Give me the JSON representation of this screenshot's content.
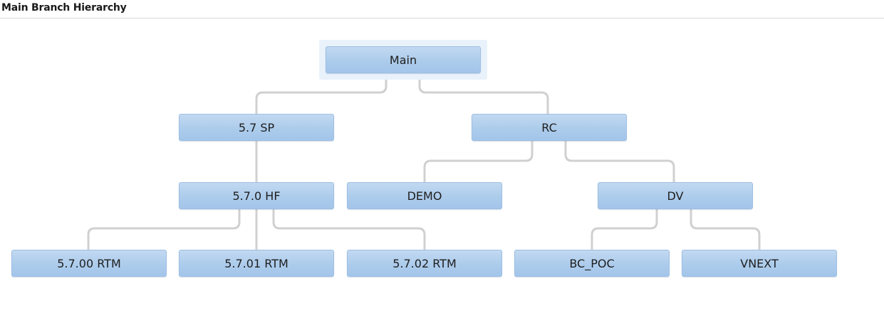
{
  "header": {
    "title": "Main Branch Hierarchy"
  },
  "colors": {
    "node_fill": "#aecdec",
    "node_border": "#9dbfe2",
    "connector": "#d0d0d0",
    "selection_halo": "#e9f2fb"
  },
  "selected_node": "Main",
  "tree": {
    "root": "Main",
    "nodes": {
      "main": {
        "label": "Main"
      },
      "sp57": {
        "label": "5.7 SP"
      },
      "rc": {
        "label": "RC"
      },
      "hf570": {
        "label": "5.7.0 HF"
      },
      "demo": {
        "label": "DEMO"
      },
      "dv": {
        "label": "DV"
      },
      "rtm5700": {
        "label": "5.7.00 RTM"
      },
      "rtm5701": {
        "label": "5.7.01 RTM"
      },
      "rtm5702": {
        "label": "5.7.02 RTM"
      },
      "bcpoc": {
        "label": "BC_POC"
      },
      "vnext": {
        "label": "VNEXT"
      }
    },
    "edges": [
      [
        "Main",
        "5.7 SP"
      ],
      [
        "Main",
        "RC"
      ],
      [
        "5.7 SP",
        "5.7.0 HF"
      ],
      [
        "RC",
        "DEMO"
      ],
      [
        "RC",
        "DV"
      ],
      [
        "5.7.0 HF",
        "5.7.00 RTM"
      ],
      [
        "5.7.0 HF",
        "5.7.01 RTM"
      ],
      [
        "5.7.0 HF",
        "5.7.02 RTM"
      ],
      [
        "DV",
        "BC_POC"
      ],
      [
        "DV",
        "VNEXT"
      ]
    ]
  }
}
